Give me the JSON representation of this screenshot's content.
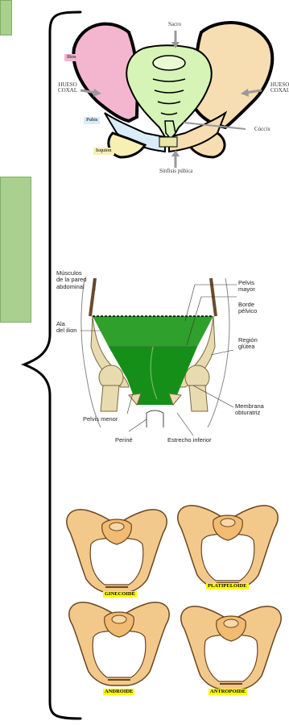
{
  "pelvis_bones": {
    "sacro": "Sacro",
    "ilios": "Ilios",
    "hueso_coxal_left": "HUESO\nCOXAL",
    "hueso_coxal_right": "HUESO\nCOXAL",
    "pubis": "Pubis",
    "coccix": "Cóccix",
    "isquion": "Isquion",
    "sinfisis": "Sínfisis púbica"
  },
  "pelvis_section": {
    "musculos": "Músculos\nde la pared\nabdominal",
    "ala": "Ala\ndel ilion",
    "pelvis_mayor": "Pelvis\nmayor",
    "borde": "Borde\npélvico",
    "region": "Región\nglútea",
    "membrana": "Membrana\nobturatriz",
    "pelvis_menor": "Pelvis menor",
    "perine": "Periné",
    "estrecho": "Estrecho inferior"
  },
  "pelvis_types": {
    "ginecoide": "GINECOIDE",
    "platipeloide": "PLATIPELOIDE",
    "androide": "ANDROIDE",
    "antropoide": "ANTROPOIDE"
  },
  "colors": {
    "green_box": "#a9d08e",
    "bone": "#f3c98b",
    "ilios": "#f5b8cf",
    "sacrum": "#d8f5b8",
    "pelvis_green": "#2f9e26",
    "type_label_bg": "#ffff00"
  }
}
